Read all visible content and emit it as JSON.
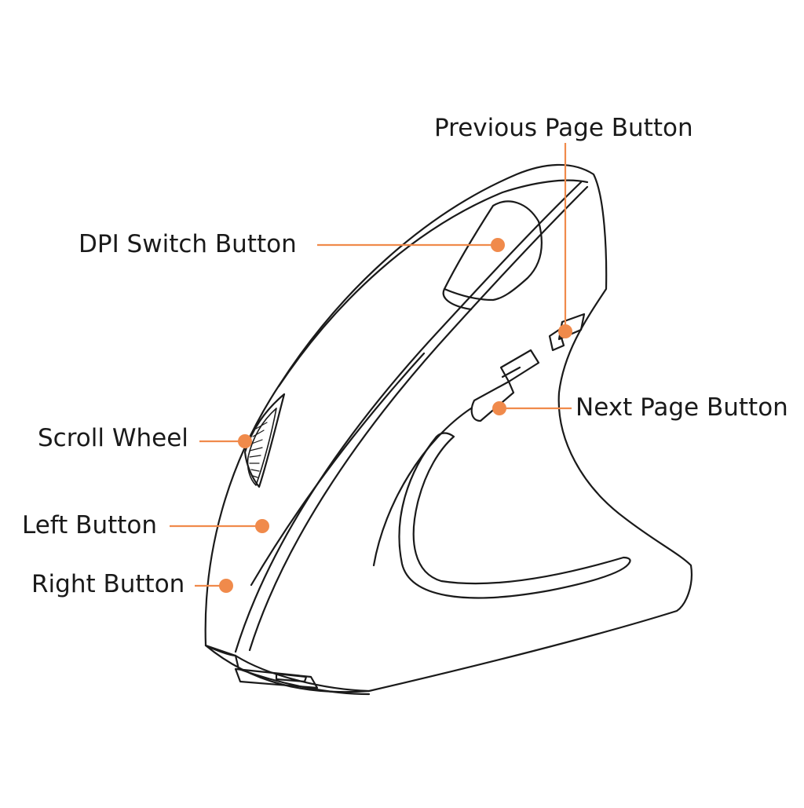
{
  "accent_color": "#f08a4b",
  "outline_color": "#1a1a1a",
  "labels": {
    "previous_page": "Previous Page Button",
    "dpi_switch": "DPI Switch Button",
    "next_page": "Next Page Button",
    "scroll_wheel": "Scroll Wheel",
    "left_button": "Left Button",
    "right_button": "Right Button"
  }
}
